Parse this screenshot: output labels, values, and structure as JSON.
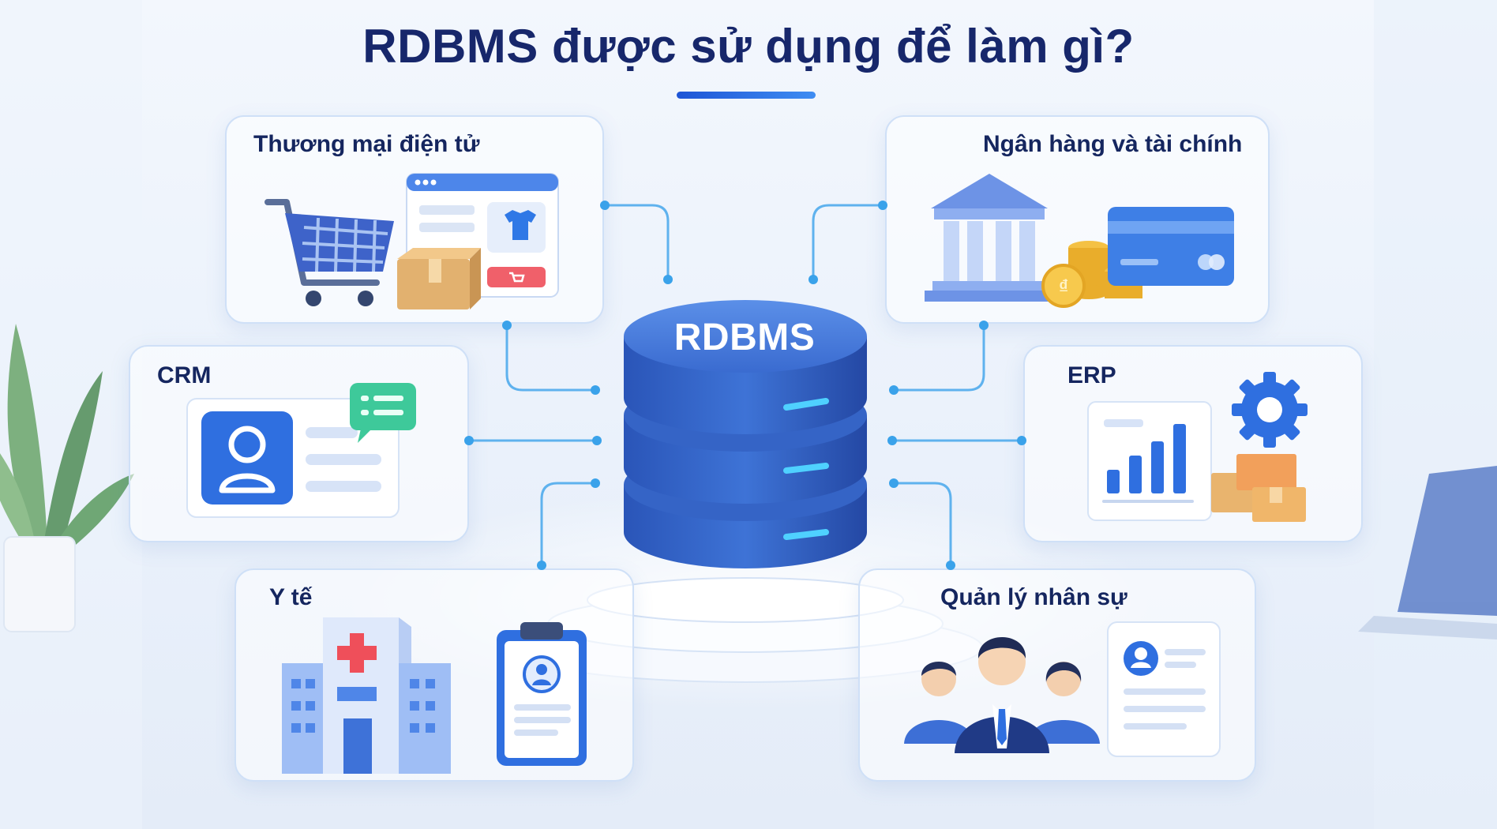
{
  "title": "RDBMS được sử dụng để làm gì?",
  "center": {
    "label": "RDBMS"
  },
  "panels": {
    "ecommerce": {
      "label": "Thương mại điện tử"
    },
    "banking": {
      "label": "Ngân hàng và tài chính"
    },
    "crm": {
      "label": "CRM"
    },
    "erp": {
      "label": "ERP"
    },
    "healthcare": {
      "label": "Y tế"
    },
    "hr": {
      "label": "Quản lý nhân sự"
    }
  },
  "colors": {
    "title": "#17276b",
    "accent": "#2f6fe0",
    "connector": "#5fb2ee",
    "db_glow": "#4fd1ff"
  },
  "icons": [
    "shopping-cart-icon",
    "bank-icon",
    "credit-card-icon",
    "contact-card-icon",
    "chat-bubble-icon",
    "bar-chart-icon",
    "gear-icon",
    "package-icon",
    "hospital-icon",
    "medical-clipboard-icon",
    "people-icon",
    "profile-card-icon"
  ]
}
